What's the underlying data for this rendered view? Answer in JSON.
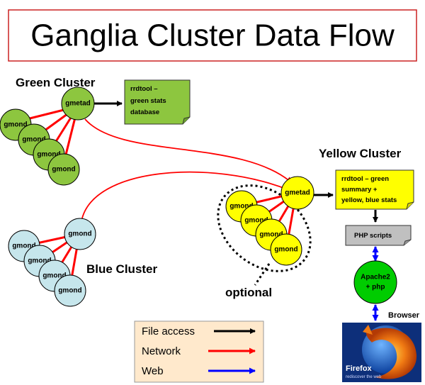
{
  "title": "Ganglia Cluster Data Flow",
  "colors": {
    "title_border": "#cc2222",
    "green_node": "#8dc63f",
    "yellow_node": "#ffff00",
    "blue_node": "#c6e6ec",
    "network": "#ff0000",
    "file_access": "#000000",
    "web": "#0000ff",
    "note_green": "#8dc63f",
    "note_yellow": "#ffff00",
    "note_gray": "#c0c0c0",
    "apache": "#00cc00",
    "legend_bg": "#ffe9cc"
  },
  "clusters": {
    "green": {
      "label": "Green Cluster",
      "gmetad": "gmetad",
      "gmonds": [
        "gmond",
        "gmond",
        "gmond",
        "gmond"
      ]
    },
    "yellow": {
      "label": "Yellow Cluster",
      "gmetad": "gmetad",
      "gmonds": [
        "gmond",
        "gmond",
        "gmond",
        "gmond"
      ]
    },
    "blue": {
      "label": "Blue Cluster",
      "gmonds": [
        "gmond",
        "gmond",
        "gmond",
        "gmond",
        "gmond"
      ]
    }
  },
  "notes": {
    "green_rrd": [
      "rrdtool –",
      "green stats",
      "database"
    ],
    "yellow_rrd": [
      "rrdtool – green",
      "summary +",
      "yellow, blue stats"
    ],
    "php": "PHP scripts"
  },
  "apache": [
    "Apache2",
    "+ php"
  ],
  "browser": {
    "label": "Browser",
    "icon": "firefox-icon",
    "brand": "Firefox",
    "tagline": "rediscover the web"
  },
  "optional_label": "optional",
  "legend": [
    {
      "label": "File access",
      "color": "#000000"
    },
    {
      "label": "Network",
      "color": "#ff0000"
    },
    {
      "label": "Web",
      "color": "#0000ff"
    }
  ]
}
